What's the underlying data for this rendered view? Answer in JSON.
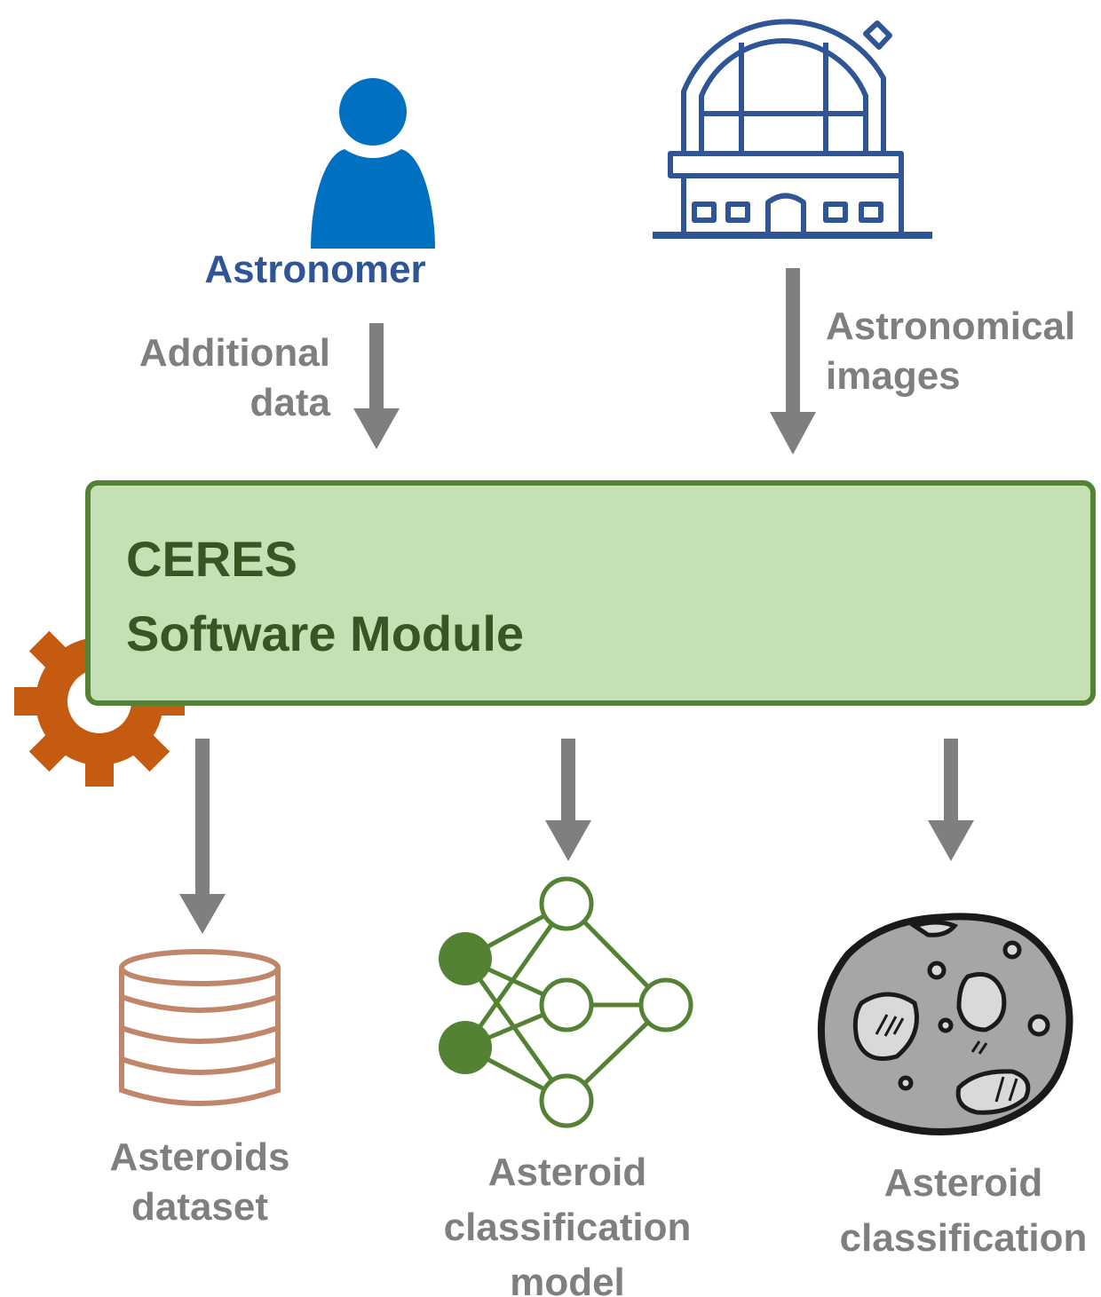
{
  "astronomer": {
    "label": "Astronomer",
    "color": "#2f5597",
    "icon_color": "#0070c0"
  },
  "inputs": {
    "additional_data": [
      "Additional",
      "data"
    ],
    "astronomical_images": [
      "Astronomical",
      "images"
    ]
  },
  "module": {
    "line1": "CERES",
    "line2": "Software Module",
    "fill": "#c5e0b4",
    "border": "#548235",
    "text_color": "#375623"
  },
  "outputs": {
    "dataset": [
      "Asteroids",
      "dataset"
    ],
    "model": [
      "Asteroid",
      "classification",
      "model"
    ],
    "classification": [
      "Asteroid",
      "classification"
    ]
  },
  "icons": [
    "person-icon",
    "observatory-icon",
    "gear-icon",
    "database-icon",
    "neural-network-icon",
    "asteroid-icon"
  ],
  "colors": {
    "arrow": "#7f7f7f",
    "observatory": "#2f5597",
    "gear": "#c55a11",
    "database": "#c0866a",
    "network": "#548235",
    "label": "#7f7f7f"
  }
}
